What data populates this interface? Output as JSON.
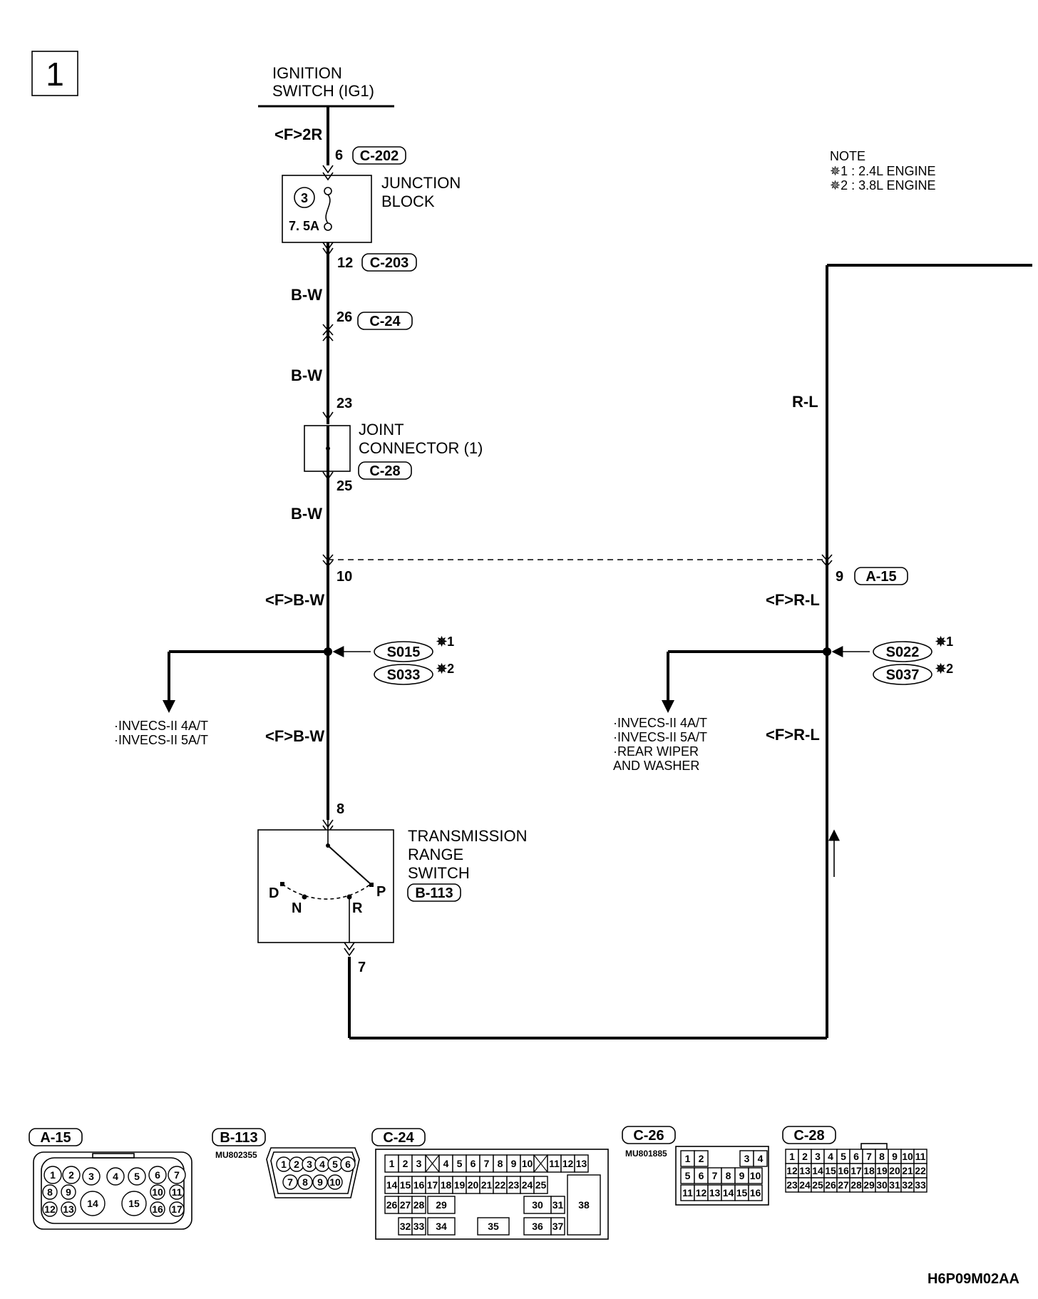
{
  "page_number": "1",
  "ignition": {
    "line1": "IGNITION",
    "line2": "SWITCH (IG1)"
  },
  "wires": {
    "f_2r": "<F>2R",
    "bw_1": "B-W",
    "bw_2": "B-W",
    "bw_3": "B-W",
    "f_bw_1": "<F>B-W",
    "f_bw_2": "<F>B-W",
    "rl": "R-L",
    "f_rl_1": "<F>R-L",
    "f_rl_2": "<F>R-L"
  },
  "pins": {
    "p6": "6",
    "p12": "12",
    "p26": "26",
    "p23": "23",
    "p25": "25",
    "p10": "10",
    "p9": "9",
    "p8": "8",
    "p7": "7"
  },
  "connectors": {
    "c202": "C-202",
    "c203": "C-203",
    "c24": "C-24",
    "c28": "C-28",
    "a15": "A-15",
    "b113": "B-113"
  },
  "junction_block": {
    "line1": "JUNCTION",
    "line2": "BLOCK",
    "fuse_no": "3",
    "fuse_rating": "7. 5A"
  },
  "joint_connector": {
    "line1": "JOINT",
    "line2": "CONNECTOR (1)"
  },
  "note": {
    "title": "NOTE",
    "star1": "✵1 : 2.4L ENGINE",
    "star2": "✵2 : 3.8L ENGINE"
  },
  "splices": {
    "s015": "S015",
    "s033": "S033",
    "s022": "S022",
    "s037": "S037",
    "mark1": "✵1",
    "mark2": "✵2"
  },
  "destinations_left": [
    "·INVECS-II 4A/T",
    "·INVECS-II 5A/T"
  ],
  "destinations_right": [
    "·INVECS-II 4A/T",
    "·INVECS-II 5A/T",
    "·REAR WIPER",
    " AND WASHER"
  ],
  "trs": {
    "line1": "TRANSMISSION",
    "line2": "RANGE",
    "line3": "SWITCH",
    "pos_d": "D",
    "pos_n": "N",
    "pos_r": "R",
    "pos_p": "P"
  },
  "connector_views": {
    "a15": {
      "label": "A-15",
      "pins": [
        "1",
        "2",
        "3",
        "4",
        "5",
        "6",
        "7",
        "8",
        "9",
        "10",
        "11",
        "12",
        "13",
        "14",
        "15",
        "16",
        "17"
      ]
    },
    "b113": {
      "label": "B-113",
      "part": "MU802355",
      "pins": [
        "1",
        "2",
        "3",
        "4",
        "5",
        "6",
        "7",
        "8",
        "9",
        "10"
      ]
    },
    "c24": {
      "label": "C-24",
      "pins": [
        "1",
        "2",
        "3",
        "4",
        "5",
        "6",
        "7",
        "8",
        "9",
        "10",
        "11",
        "12",
        "13",
        "14",
        "15",
        "16",
        "17",
        "18",
        "19",
        "20",
        "21",
        "22",
        "23",
        "24",
        "25",
        "26",
        "27",
        "28",
        "29",
        "30",
        "31",
        "32",
        "33",
        "34",
        "35",
        "36",
        "37",
        "38"
      ]
    },
    "c26": {
      "label": "C-26",
      "part": "MU801885",
      "pins": [
        "1",
        "2",
        "3",
        "4",
        "5",
        "6",
        "7",
        "8",
        "9",
        "10",
        "11",
        "12",
        "13",
        "14",
        "15",
        "16"
      ]
    },
    "c28": {
      "label": "C-28",
      "pins": [
        "1",
        "2",
        "3",
        "4",
        "5",
        "6",
        "7",
        "8",
        "9",
        "10",
        "11",
        "12",
        "13",
        "14",
        "15",
        "16",
        "17",
        "18",
        "19",
        "20",
        "21",
        "22",
        "23",
        "24",
        "25",
        "26",
        "27",
        "28",
        "29",
        "30",
        "31",
        "32",
        "33"
      ]
    }
  },
  "figure_code": "H6P09M02AA"
}
